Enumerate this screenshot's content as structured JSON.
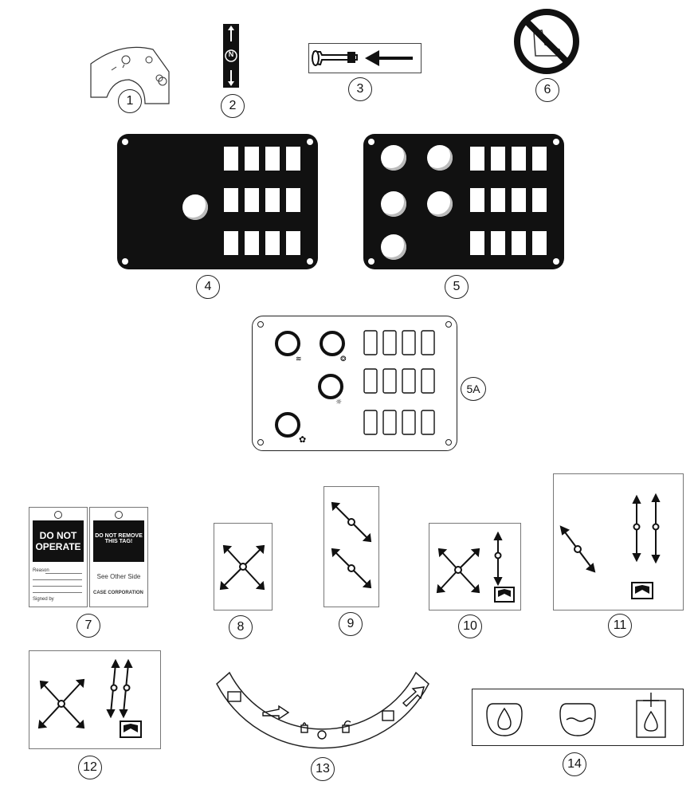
{
  "callouts": {
    "c1": "1",
    "c2": "2",
    "c3": "3",
    "c4": "4",
    "c5": "5",
    "c5a": "5A",
    "c6": "6",
    "c7": "7",
    "c8": "8",
    "c9": "9",
    "c10": "10",
    "c11": "11",
    "c12": "12",
    "c13": "13",
    "c14": "14"
  },
  "decal2": {
    "letter": "N"
  },
  "tag_front": {
    "headline_1": "DO NOT",
    "headline_2": "OPERATE",
    "field_1": "Reason",
    "signed": "Signed by"
  },
  "tag_back": {
    "headline_1": "DO NOT REMOVE",
    "headline_2": "THIS TAG!",
    "see_other": "See Other Side",
    "company": "CASE CORPORATION"
  },
  "colors": {
    "ink": "#111111",
    "paper": "#ffffff",
    "card_border": "#777777"
  },
  "icons": [
    "ignition-switch-icon",
    "neutral-indicator-icon",
    "horn-icon",
    "no-step-icon",
    "control-pattern-icon",
    "book-icon",
    "lock-icon",
    "unlock-icon",
    "oil-drop-icon",
    "hydraulic-filter-icon"
  ]
}
